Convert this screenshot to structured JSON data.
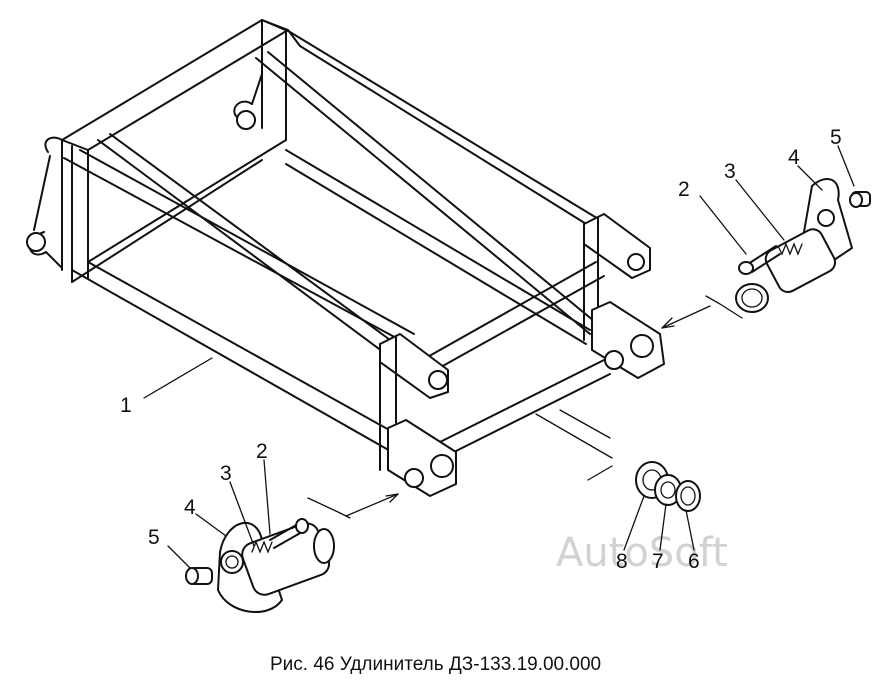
{
  "caption": "Рис. 46 Удлинитель  ДЗ-133.19.00.000",
  "watermark": "AutoSoft",
  "callouts": {
    "frame": "1",
    "right_pin": "2",
    "right_spring": "3",
    "right_handle": "4",
    "right_cap": "5",
    "left_pin": "2",
    "left_spring": "3",
    "left_handle": "4",
    "left_cap": "5",
    "ring": "6",
    "nut": "7",
    "washer": "8"
  }
}
